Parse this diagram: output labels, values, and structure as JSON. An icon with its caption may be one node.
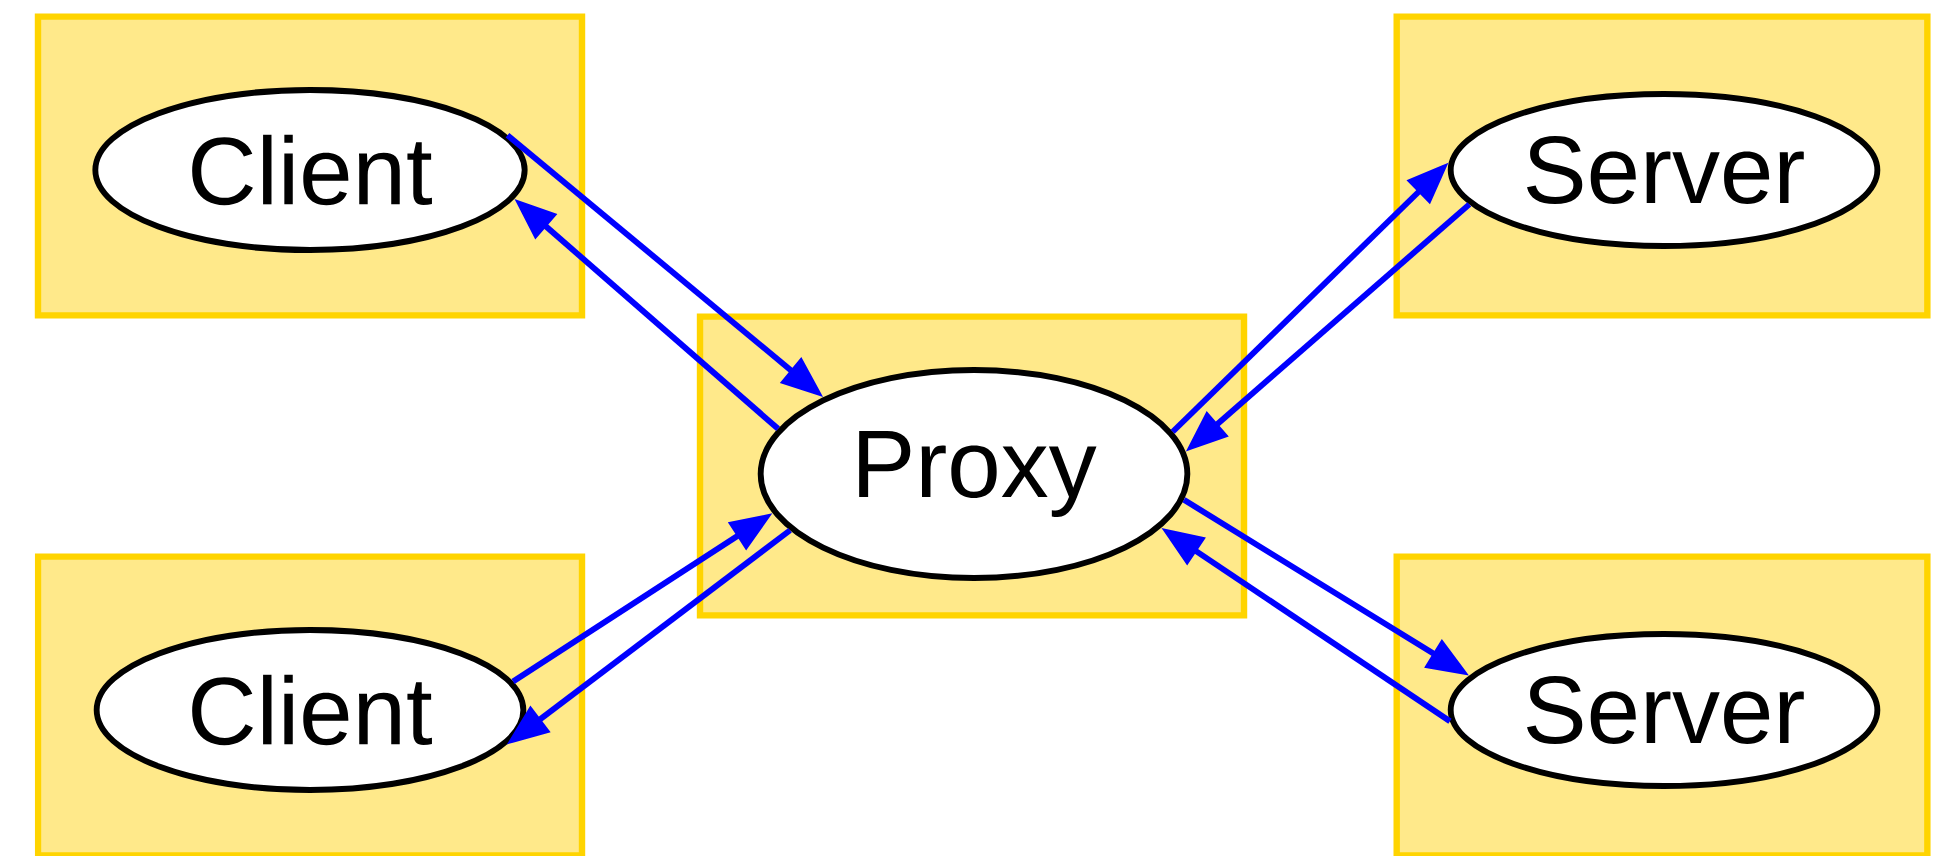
{
  "diagram": {
    "nodes": [
      {
        "text": [],
        "shape": "box"
      },
      {
        "text": [
          "Client"
        ],
        "in": 0
      },
      {
        "text": [],
        "shape": "box"
      },
      {
        "text": [
          "Server"
        ],
        "in": 2
      },
      {
        "text": [],
        "shape": "box"
      },
      {
        "text": [
          "Proxy"
        ],
        "in": 4
      },
      {
        "text": [],
        "shape": "box"
      },
      {
        "text": [
          "Client"
        ],
        "in": 6
      },
      {
        "text": [],
        "shape": "box"
      },
      {
        "text": [
          "Server"
        ],
        "in": 8
      }
    ],
    "edges": [
      {
        "from": 1,
        "to": 5,
        "arrow": "to"
      },
      {
        "from": 5,
        "to": 1,
        "arrow": "to"
      },
      {
        "from": 7,
        "to": 5,
        "arrow": "to"
      },
      {
        "from": 5,
        "to": 7,
        "arrow": "to"
      },
      {
        "from": 5,
        "to": 3,
        "arrow": "to"
      },
      {
        "from": 3,
        "to": 5,
        "arrow": "to"
      },
      {
        "from": 5,
        "to": 9,
        "arrow": "to"
      },
      {
        "from": 9,
        "to": 5,
        "arrow": "to"
      }
    ]
  }
}
